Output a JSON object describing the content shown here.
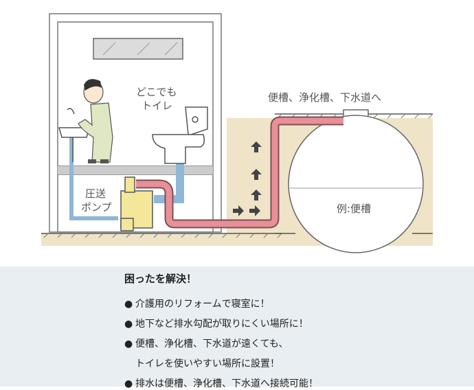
{
  "diagram": {
    "toilet_label_line1": "どこでも",
    "toilet_label_line2": "トイレ",
    "pump_label_line1": "圧送",
    "pump_label_line2": "ポンプ",
    "destination_label": "便槽、浄化槽、下水道へ",
    "tank_label": "例:便槽",
    "colors": {
      "drain_pipe_hot": "#e98f98",
      "drain_pipe_cold": "#8fb7d6",
      "ground": "#efe3c8",
      "wall": "#b6b6b6",
      "arrow": "#444444",
      "pump": "#f5e79a"
    }
  },
  "info": {
    "title": "困ったを解決！",
    "bullet": "●",
    "items": [
      "介護用のリフォームで寝室に！",
      "地下など排水勾配が取りにくい場所に！",
      "便槽、浄化槽、下水道が遠くても、",
      "トイレを使いやすい場所に設置！",
      "排水は便槽、浄化槽、下水道へ接続可能！"
    ]
  }
}
